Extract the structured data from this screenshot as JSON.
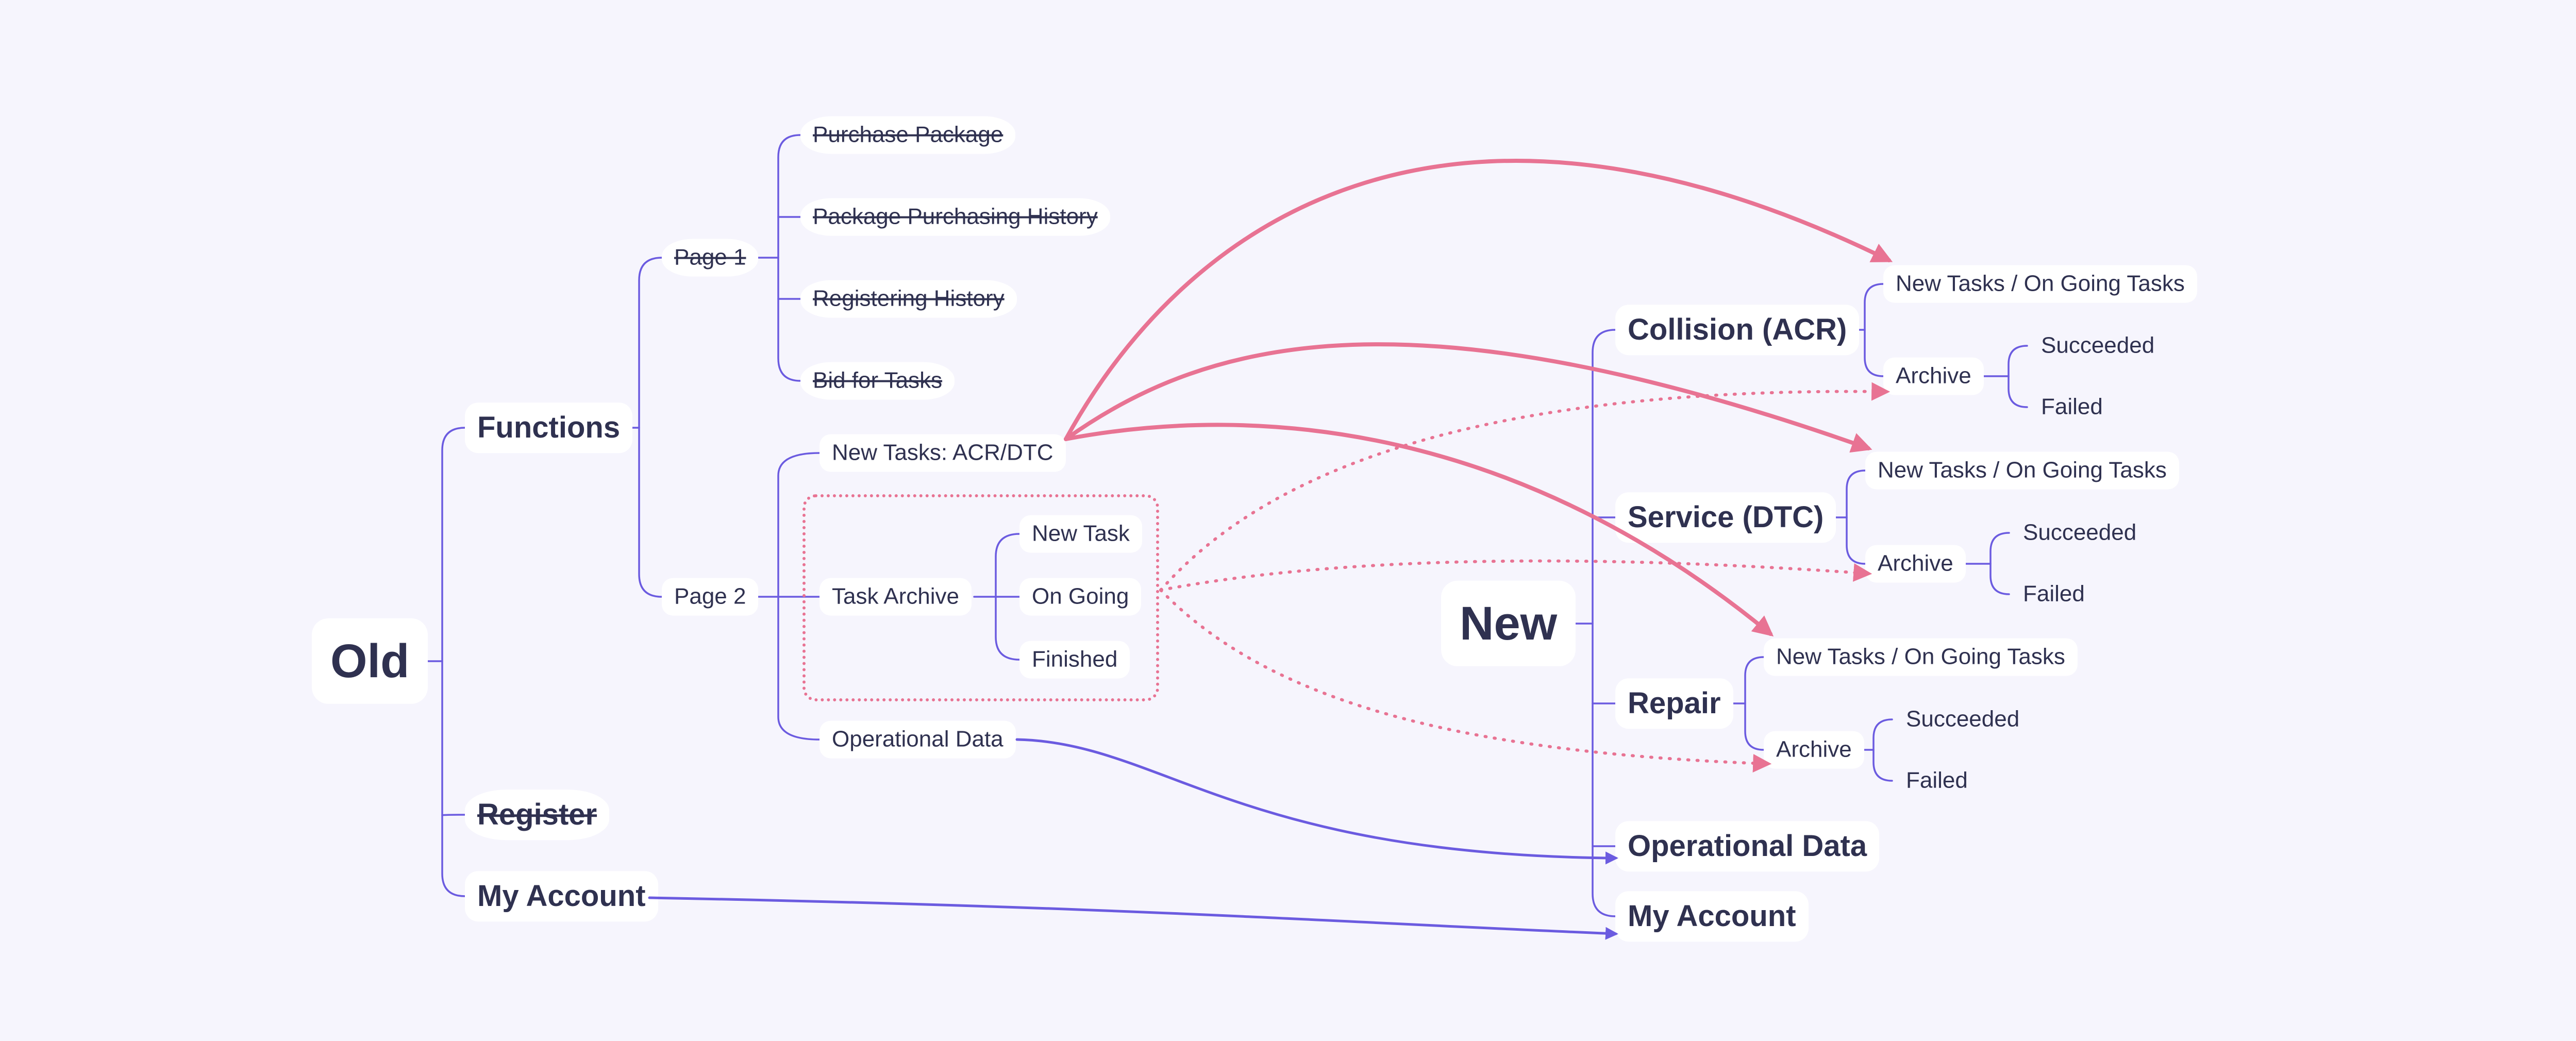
{
  "old": {
    "root": "Old",
    "functions": "Functions",
    "page1": "Page 1",
    "page1_items": [
      "Purchase Package",
      "Package Purchasing History",
      "Registering History",
      "Bid for Tasks"
    ],
    "page2": "Page 2",
    "new_tasks": "New Tasks: ACR/DTC",
    "task_archive": "Task Archive",
    "archive_items": [
      "New Task",
      "On Going",
      "Finished"
    ],
    "operational_data": "Operational Data",
    "register": "Register",
    "my_account": "My Account"
  },
  "new": {
    "root": "New",
    "collision": {
      "label": "Collision (ACR)",
      "tasks": "New Tasks / On Going Tasks",
      "archive": "Archive",
      "succeeded": "Succeeded",
      "failed": "Failed"
    },
    "service": {
      "label": "Service (DTC)",
      "tasks": "New Tasks / On Going Tasks",
      "archive": "Archive",
      "succeeded": "Succeeded",
      "failed": "Failed"
    },
    "repair": {
      "label": "Repair",
      "tasks": "New Tasks / On Going Tasks",
      "archive": "Archive",
      "succeeded": "Succeeded",
      "failed": "Failed"
    },
    "operational_data": "Operational Data",
    "my_account": "My Account"
  },
  "colors": {
    "tree_line": "#6b5be0",
    "mapping_arrow": "#e87393",
    "text": "#2f3150",
    "background": "#f6f5fd",
    "node_fill": "#ffffff"
  }
}
